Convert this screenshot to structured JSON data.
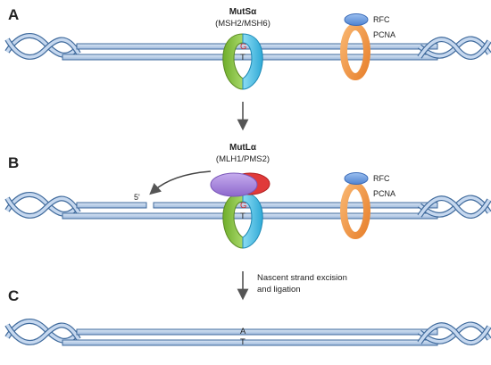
{
  "panels": [
    {
      "label": "A"
    },
    {
      "label": "B"
    },
    {
      "label": "C"
    }
  ],
  "mutsa": {
    "title": "MutSα",
    "subtitle": "(MSH2/MSH6)"
  },
  "mutla": {
    "title": "MutLα",
    "subtitle": "(MLH1/PMS2)"
  },
  "clamp": {
    "rfc": "RFC",
    "pcna": "PCNA"
  },
  "bases": {
    "mismatch_top": "G",
    "mismatch_bottom": "T",
    "repaired_top": "A",
    "repaired_bottom": "T"
  },
  "nick_label": "5'",
  "step3": {
    "line1": "Nascent strand excision",
    "line2": "and ligation"
  },
  "colors": {
    "dna_strand": "#b8cde6",
    "dna_outline": "#3f6a9c",
    "mutsa_green": "#8cc63f",
    "mutsa_blue": "#4fc3e8",
    "mutla_purple": "#a98ad8",
    "mutla_red": "#e03a3a",
    "pcna_orange": "#f59a4a",
    "rfc_blue": "#6f9fe0",
    "mismatch_red": "#d03030"
  }
}
